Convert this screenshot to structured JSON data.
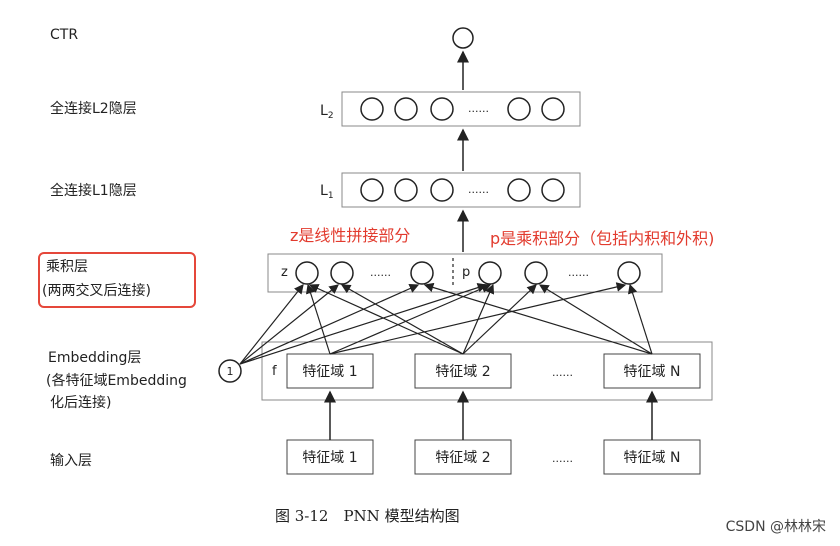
{
  "left_labels": {
    "ctr": "CTR",
    "l2_hidden": "全连接L2隐层",
    "l1_hidden": "全连接L1隐层",
    "product_layer": "乘积层",
    "product_layer_sub": "(两两交叉后连接)",
    "embedding_layer": "Embedding层",
    "embedding_sub1": "(各特征域Embedding",
    "embedding_sub2": "化后连接)",
    "input_layer": "输入层"
  },
  "layer_tags": {
    "l2": "L2",
    "l1": "L1",
    "z": "z",
    "p": "p",
    "f": "f",
    "one": "1"
  },
  "ellipsis": "......",
  "annotations": {
    "z_note": "z是线性拼接部分",
    "p_note": "p是乘积部分（包括内积和外积)"
  },
  "feature_fields": {
    "embedding": [
      "特征域 1",
      "特征域 2",
      "特征域 N"
    ],
    "input": [
      "特征域 1",
      "特征域 2",
      "特征域 N"
    ]
  },
  "caption": "图 3-12　PNN 模型结构图",
  "watermark": "CSDN @林林宋",
  "colors": {
    "accent_red": "#e23b2e",
    "line": "#222222"
  }
}
